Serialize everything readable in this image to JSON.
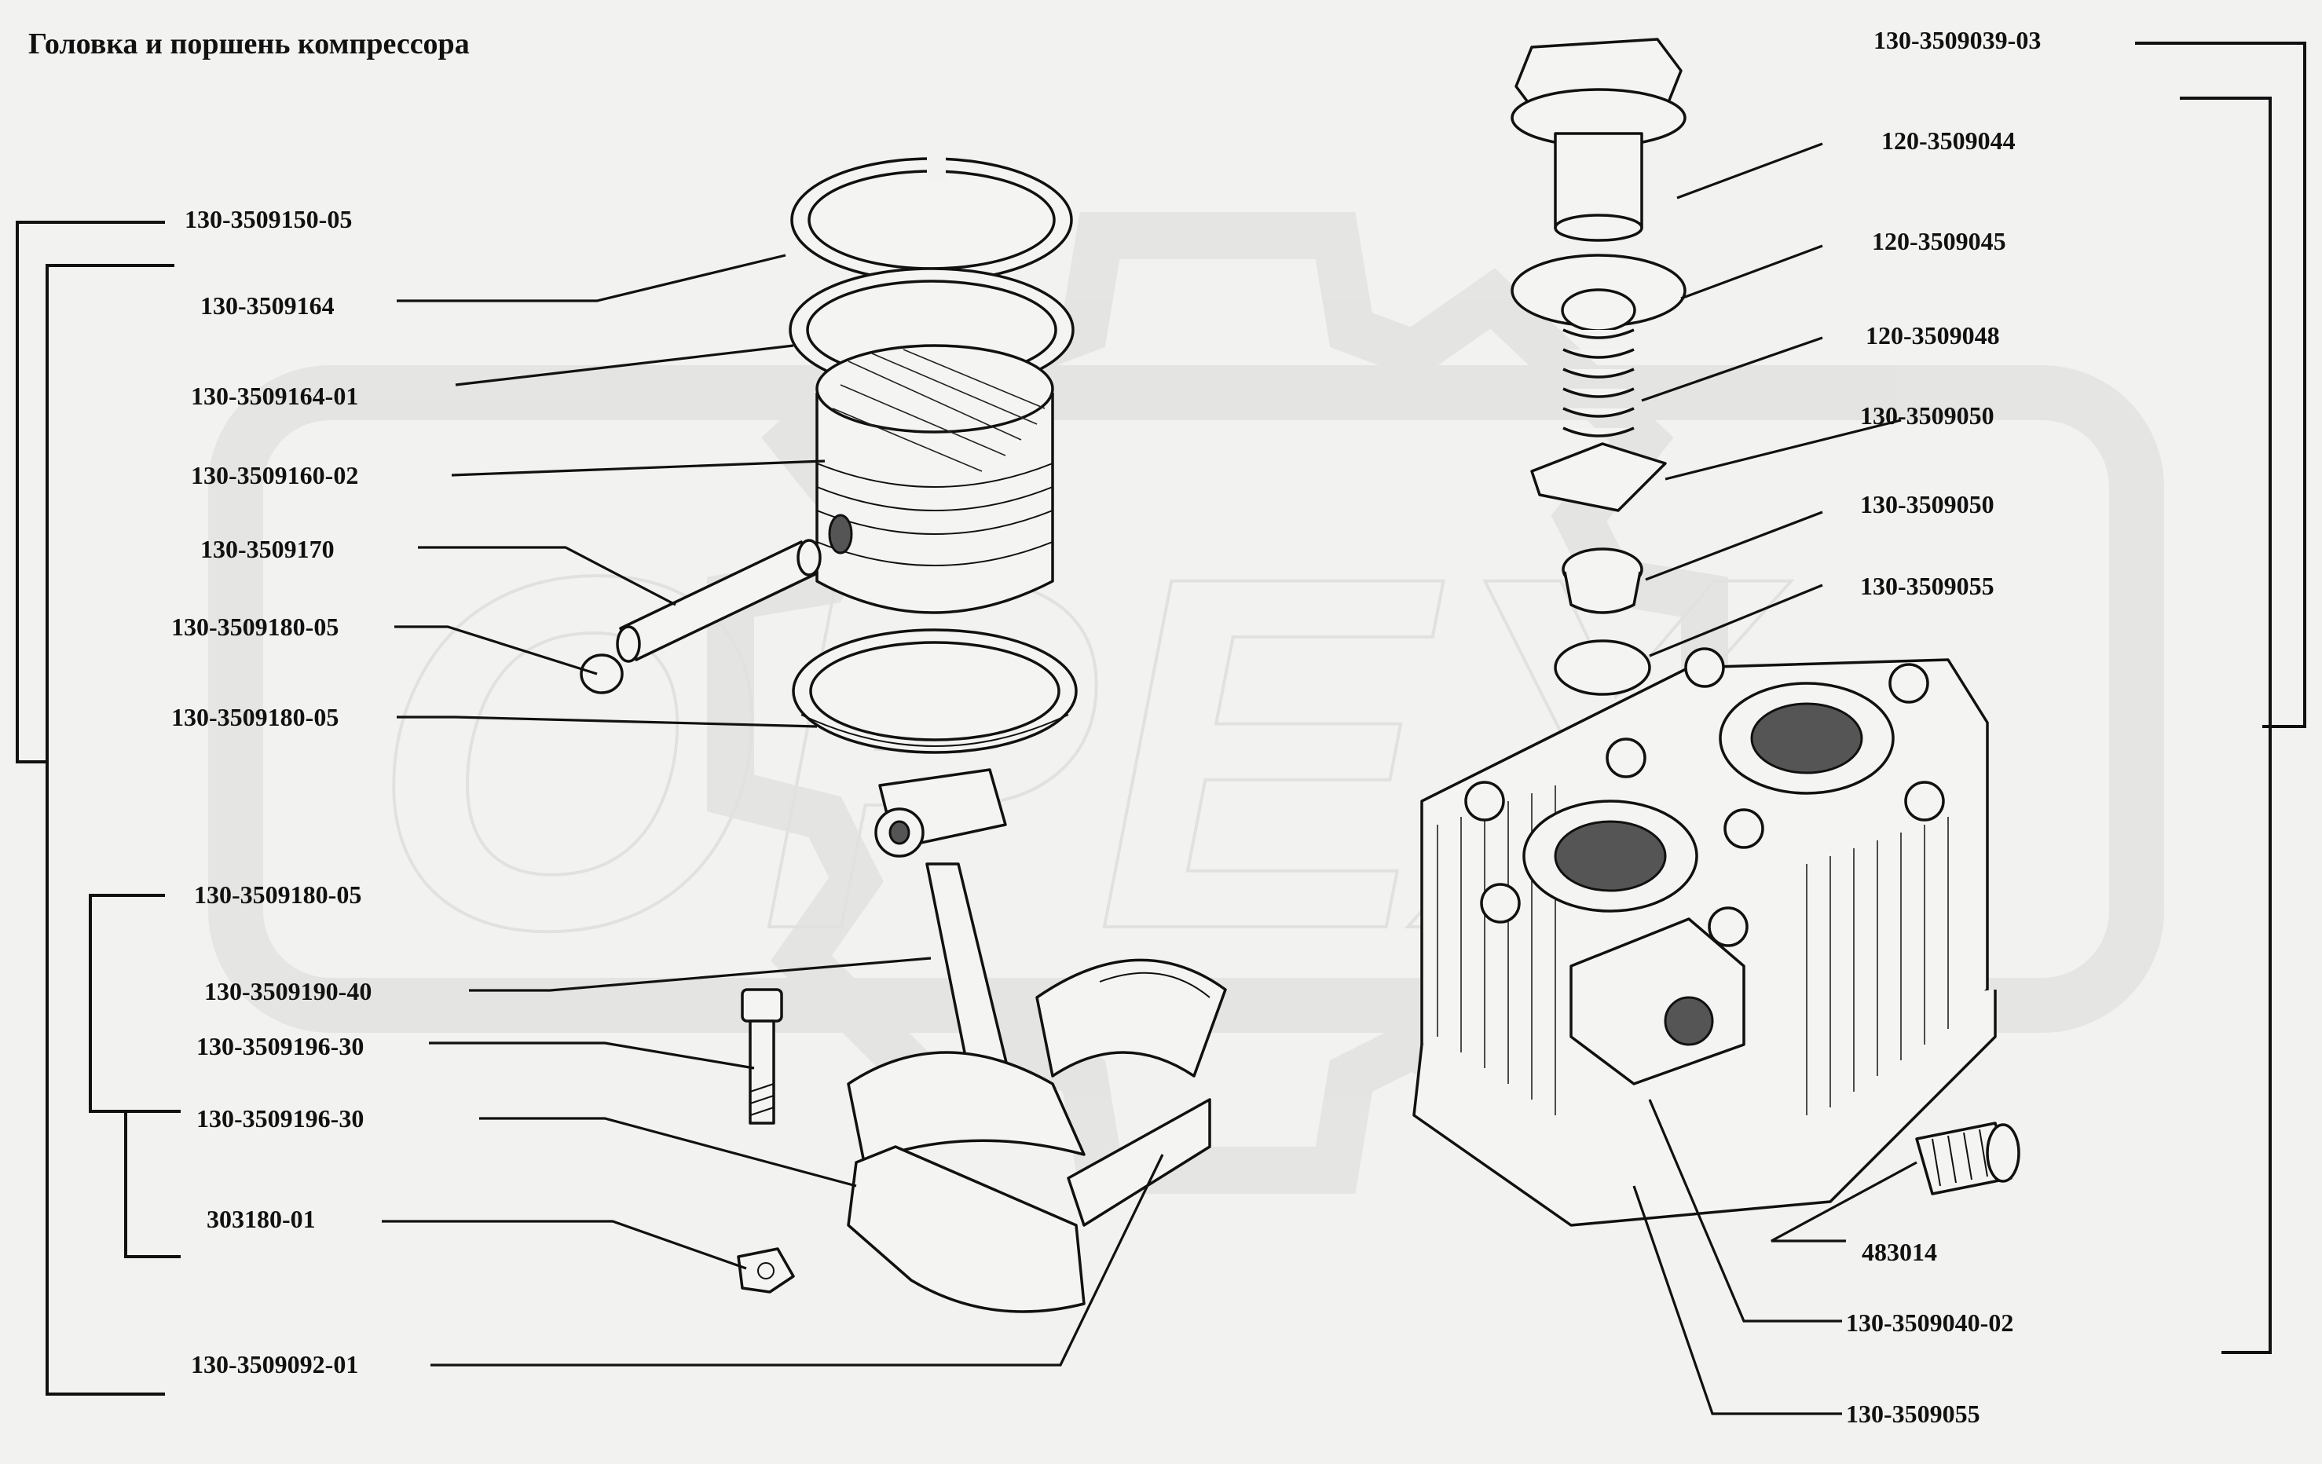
{
  "title": "Головка и поршень компрессора",
  "watermark": "OPEX",
  "colors": {
    "background": "#f2f2f0",
    "ink": "#111111",
    "watermark": "#d8d8d6"
  },
  "labels_left": [
    "130-3509150-05",
    "130-3509164",
    "130-3509164-01",
    "130-3509160-02",
    "130-3509170",
    "130-3509180-05",
    "130-3509180-05",
    "130-3509180-05",
    "130-3509190-40",
    "130-3509196-30",
    "130-3509196-30",
    "303180-01",
    "130-3509092-01"
  ],
  "labels_right": [
    "130-3509039-03",
    "120-3509044",
    "120-3509045",
    "120-3509048",
    "130-3509050",
    "130-3509050",
    "130-3509055",
    "483014",
    "130-3509040-02",
    "130-3509055"
  ]
}
